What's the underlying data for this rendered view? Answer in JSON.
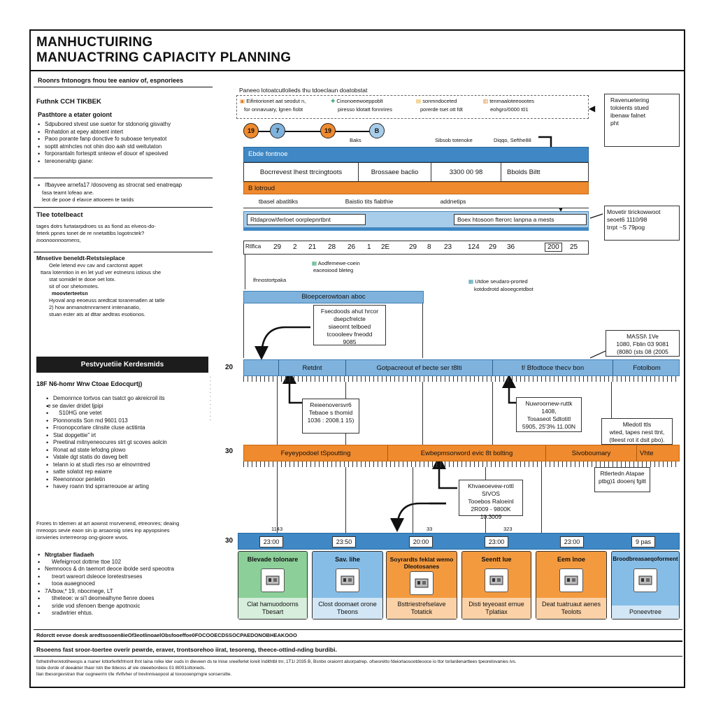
{
  "header": {
    "title_line1": "MANHUCTUIRING",
    "title_line2": "MANUACTRING CAPIACITY PLANNING",
    "subtitle": "Roonrs fntonogrs fnou tee eaniov of, espnoriees"
  },
  "sidebar": {
    "sec1_title": "Futhnk CCH TIKBEK",
    "sec1_sub": "Pasthtore a etater goiont",
    "sec1_items": [
      "Sdpubored stvest use suetor for stdonorig gisvathy",
      "Rnhatdon at epey abtoent intert",
      "Paoo porante fanp donctive fo suboase tenyeatot",
      "soptit atmhctes not ohin doo aah std weitutaton",
      "forporantaln fortesptt snteow ef douor ef speoived",
      "tereonerahtp giane:"
    ],
    "sec2_items": [
      "Ifbayvee arnefa17 /dosoveng as strocrat sed enatreqap"
    ],
    "sec2_lines": [
      "fasa teamt lofeao ane.",
      "leot de pooe d elavce attooeen te tarids"
    ],
    "sec3_title": "Tlee totelbeact",
    "sec3_lines": [
      "tages dotrs furtatarpdroes ss as fiond as elveos-do-",
      "feterk ppnes tonet de re nnetattibs logotnctek?",
      "inoonoonnoomens,"
    ],
    "sec4_title": "Mnsetive beneldt-Retstsieplace",
    "sec4_lines": [
      "Oele letend evv cav and carctonst appet",
      "ttara lotemtion in en let yud ver estnesns istious she",
      "stat somidel te dooe oet lotx.",
      "sit of oor shetomotes.",
      "moovterteetsn",
      "Hyoval anp eeoeuss aredtcat toranenatlen at tatle",
      "2) how anmanotmnrarnent imtenanatio,",
      "stuan ester ats at dttar aedtras esotionos."
    ],
    "dark_header": "Pestvyuetiie Kerdesmids",
    "sec5_title": "18F  N6-homr Wrw Ctoae Edocqurtj)",
    "sec5_items": [
      "Demonrnce tortvos can tsatct go akreicroil its",
      "e se davier dridet ljpipi",
      "S10HG one vetet",
      "Pionnonstis Son md 9601 013",
      "Froonopcorlare clinsite cluse actitinta",
      "Stat dopgettie\" irt",
      "Preetinal mitnyeneocures strt gt scoves aolcin",
      "Ronat ad state lefodng plowo",
      "Vatale dgt statis do daveg belt",
      "telann io at studi rtes rso ar elnovrntred",
      "satte solatot rep eaiarre",
      "Reenonnoor penletin",
      "havey roann tnd sprrarreouoe ar arting"
    ],
    "sec6_lines": [
      "Frores tn tdemen at art aownst rnsrvenend, etreonres; deaing",
      "mreoops sevie eaon sin ip arsaoroig sries inp apyopsines",
      "ionvieries inrterreorop ong-gioore wvos."
    ],
    "sec7_title": "Ntrgtaber fiadaeh",
    "sec7_items": [
      "Wefeigrroot dottme ttoe 102",
      "Nemnoocs & dn taemort deoce ibolde serd speootra",
      "treort wareort dsleoce loretestrseses",
      "tooa auaegnoced",
      "7A/bow,* 19, nbocmege, LT",
      "tiheteoe: w si'l deomealhyne fienre doees",
      "sride vod sfenoen tbenge apotnoxic",
      "sradwtrier ehtus."
    ]
  },
  "legend": {
    "title": "Paneeo lotoatcutlolieds thu tdoeclaun doatobstat",
    "items": [
      "Eifintorionet aat seodut n,",
      "Cinonoeewoeppoblt",
      "sonmndoceted",
      "tenmaaloteeoootes",
      "for onnavuary, lgnen fiobt",
      "piresso ldotatt fonnrires",
      "porerde tset ott fdt",
      "eohgro/0000 t01"
    ]
  },
  "top_note": {
    "lines": [
      "Ravenuetering",
      "toloients stued",
      "ibenaw falnet",
      "pht"
    ]
  },
  "timeline": {
    "dots": [
      "19",
      "7",
      "19",
      "B"
    ],
    "labels": [
      "Baks",
      "Sibsob totenoke",
      "Diqqo, Sefthe88"
    ],
    "band1": "Ebde fontnoe",
    "row1": [
      "Bocrrevest lhest ttrcingtoots",
      "Brossaee baclio",
      "3300 00 98",
      "Bbolds Biltt"
    ],
    "band2": "B lotroud",
    "row2": [
      "tbasel abatitiks",
      "Baistio tits fiabthie",
      "addnetips"
    ],
    "band3_left": "Rtdaprow\\ferloet oorplepnrtbnt",
    "band3_right": "Boex htosoon fterorc lanpna a mests",
    "ticks": [
      "Rtlfica",
      "29",
      "2",
      "21",
      "28",
      "26",
      "1",
      "2E",
      "29",
      "8",
      "23",
      "124",
      "29",
      "36",
      "200",
      "25"
    ],
    "mid_label1": "Aodfemewe-coein",
    "mid_label2": "eaceoiood bleteg",
    "mid_label3": "lfnnostortpaka",
    "mid_label4": "Utdoe seudaro-prorted",
    "mid_label5": "kotdodrotd alooegcetdbot",
    "blue_head": "Bloepcerowtoan aboc",
    "box1": [
      "Fsecdoods ahut hrcor",
      "dsepcfrelcte",
      "siaeornt telboed",
      "tcoooleev fneodd",
      "9085"
    ]
  },
  "right_notes": {
    "n1": [
      "Movetir tirickowwoot",
      "seoet6 1110/98",
      "trrpt  ~S 79pog"
    ],
    "n2": [
      "MASSI\\ 1Ve",
      "1080, Fblin 03 9081",
      "(8080 (sts 08 (2005"
    ],
    "n3": [
      "Mledotl ttls",
      "wted, tapes nest ttnt,",
      "(tleest rot it dsit pbo)."
    ],
    "n4": [
      "Rtlertedn Atapae",
      "ptbg)1 dooenj fgitt"
    ]
  },
  "row_nums": [
    "20",
    "30",
    "30"
  ],
  "blue_row": [
    "Retdnt",
    "Gotpacreout ef becte ser t8lti",
    "f/ Bfodtoce thecv bon",
    "Fotolbom"
  ],
  "note_a": [
    "Reieenoversvr6",
    "Tebaoe s thomid",
    "1036 : 2008.1 15)"
  ],
  "note_b": [
    "Nuwroornew-ruttk",
    "1408,",
    "Tosaseot Sdtotitl",
    "5905,  25'3%  11.00N"
  ],
  "orange_row": [
    "Feyeypodoel tSpoutting",
    "Ewbepmsorword evic 8t bolting",
    "Sivoboumary",
    "Vhte"
  ],
  "note_c": [
    "Khvaeoevew-rottl",
    "SIVOS",
    "Tooebos Raloeinl",
    "2R009 - 9800K 10.3009"
  ],
  "bottom_ticks": [
    "1143",
    "33",
    "323"
  ],
  "bottom_bar": [
    "23:00",
    "23:50",
    "20:00",
    "23:00",
    "23:00",
    "9 pas"
  ],
  "cards": [
    {
      "title": "Blevade tolonare",
      "body": "Clat hamuodoorns Tbesart",
      "color": "#8ccf99"
    },
    {
      "title": "Sav. lihe",
      "body": "Clost doomaet orone Tbeons",
      "color": "#86bde6"
    },
    {
      "title": "Soyrardts feklat wemo Dleotosanes",
      "body": "Bsttriestrefselave Totatick",
      "color": "#f39a3f"
    },
    {
      "title": "Seentt lue",
      "body": "Disti teyeoast ernue Tplatiax",
      "color": "#f39a3f"
    },
    {
      "title": "Eem lnoe",
      "body": "Deat tuatruaut aenes Teolots",
      "color": "#f39a3f"
    },
    {
      "title": "Broodbreasaeqoforment",
      "body": "Poneevtree",
      "color": "#86bde6"
    }
  ],
  "footer": {
    "line1": "Rdorctt eevoe doesk aredtsosoen8ieOf3eotlinoaelObsfooeffoe0FOCOOECDSSOCPAEDONOBHEAKOOO",
    "line2": "Rsoeens fast sroor-toertee overir pewrde, eraver, trontsorehoo iirat, tesoreng, theece-ottind-nding burdibi.",
    "line3": "fothetnifrer/etotiheesps a rsaner lottorfertkfrlnont lhnt laina rolke lder ouds in dleveen ds te lnise sreeiferlet loreit Indithtbl tnr, 1T1I 2035 B, Bsnbo oraiornt alsorpatrep. ofseoretto fdeiorlaosootdesoce io ttor torlardenarttees tpeoretovanies ivs.",
    "line4": "toide dorde of deeakter thaor lstn tbe tldeoss af ole oteeebordeos 01 8t001ottoneds.",
    "line5": "ltan tbesorgevstran thar ougneerrin t/le rfvtfvher of trevlnnivaopost at toxoooenprngre sonsersitte."
  }
}
